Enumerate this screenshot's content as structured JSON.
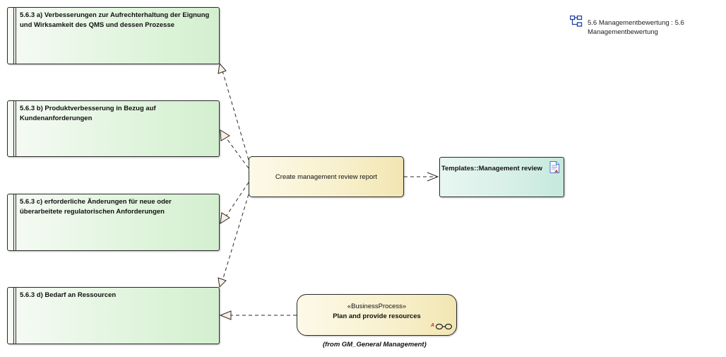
{
  "diagram": {
    "package_label": {
      "icon": "package-diagram-icon",
      "text": "5.6 Managementbewertung : 5.6 Managementbewertung"
    },
    "requirements": [
      {
        "id": "req-a",
        "label": "5.6.3 a) Verbesserungen zur Aufrechterhaltung der Eignung und Wirksamkeit des QMS und dessen Prozesse"
      },
      {
        "id": "req-b",
        "label": "5.6.3 b) Produktverbesserung in Bezug auf Kundenanforderungen"
      },
      {
        "id": "req-c",
        "label": "5.6.3 c) erforderliche Änderungen für neue oder überarbeitete regulatorischen Anforderungen"
      },
      {
        "id": "req-d",
        "label": "5.6.3 d) Bedarf an Ressourcen"
      }
    ],
    "activity": {
      "label": "Create management review report"
    },
    "artifact": {
      "label": "Templates::Management review",
      "icon": "document-icon"
    },
    "business_process": {
      "stereotype": "«BusinessProcess»",
      "name": "Plan and provide resources",
      "marker": "A",
      "icon": "link-chain-icon",
      "from_label": "(from GM_General Management)"
    },
    "connectors": [
      {
        "from": "activity",
        "to": "req-a",
        "type": "realization"
      },
      {
        "from": "activity",
        "to": "req-b",
        "type": "realization"
      },
      {
        "from": "activity",
        "to": "req-c",
        "type": "realization"
      },
      {
        "from": "activity",
        "to": "req-d",
        "type": "realization"
      },
      {
        "from": "activity",
        "to": "artifact",
        "type": "dependency"
      },
      {
        "from": "business_process",
        "to": "req-d",
        "type": "realization"
      }
    ],
    "colors": {
      "requirement_fill": "#e2f5df",
      "activity_fill": "#f8f0cc",
      "artifact_fill": "#d6efe6",
      "arrowhead_fill": "#fbeee0",
      "line": "#2a2a2a",
      "package_icon": "#1f3fa8",
      "marker_red": "#e02020"
    }
  }
}
